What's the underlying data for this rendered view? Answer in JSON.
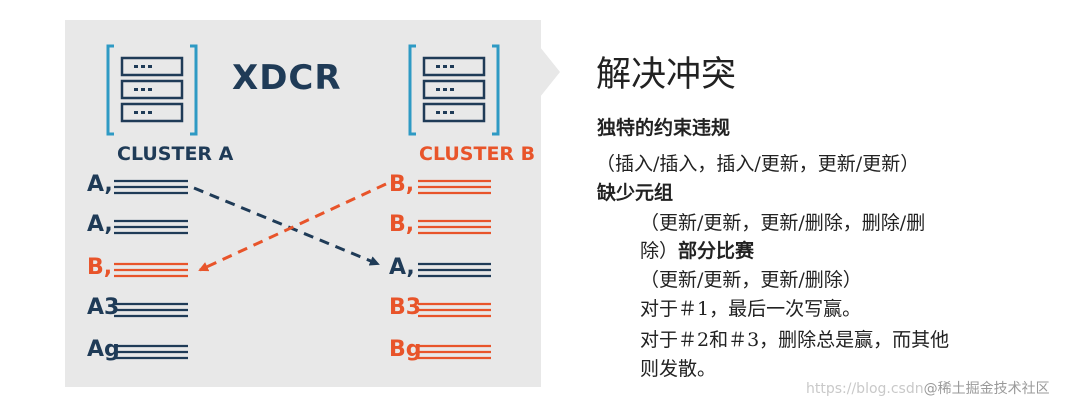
{
  "diagram": {
    "title": "XDCR",
    "cluster_a": {
      "label": "CLUSTER A",
      "records": [
        "A,",
        "A,",
        "B,",
        "A3",
        "Ag"
      ],
      "record_colors": [
        "navy",
        "navy",
        "orange",
        "navy",
        "navy"
      ]
    },
    "cluster_b": {
      "label": "CLUSTER B",
      "records": [
        "B,",
        "B,",
        "A,",
        "B3",
        "Bg"
      ],
      "record_colors": [
        "orange",
        "orange",
        "navy",
        "orange",
        "orange"
      ]
    },
    "colors": {
      "navy": "#1f3b57",
      "orange": "#e8542a",
      "panel": "#e8e8e8",
      "bracket": "#2e9ac4"
    },
    "icons": [
      "server-rack-icon",
      "server-rack-icon"
    ]
  },
  "text": {
    "heading": "解决冲突",
    "line1": "独特的约束违规",
    "line2": "（插入/插入，插入/更新，更新/更新）",
    "line3": "缺少元组",
    "line4": "（更新/更新，更新/删除，删除/删",
    "line5a": "除）",
    "line5b": "部分比赛",
    "line6": "（更新/更新，更新/删除）",
    "line7": "对于＃1，最后一次写赢。",
    "line8": "对于＃2和＃3，删除总是赢，而其他",
    "line9": "则发散。"
  },
  "watermark": {
    "url": "https://blog.csdn",
    "brand": "@稀土掘金技术社区"
  }
}
